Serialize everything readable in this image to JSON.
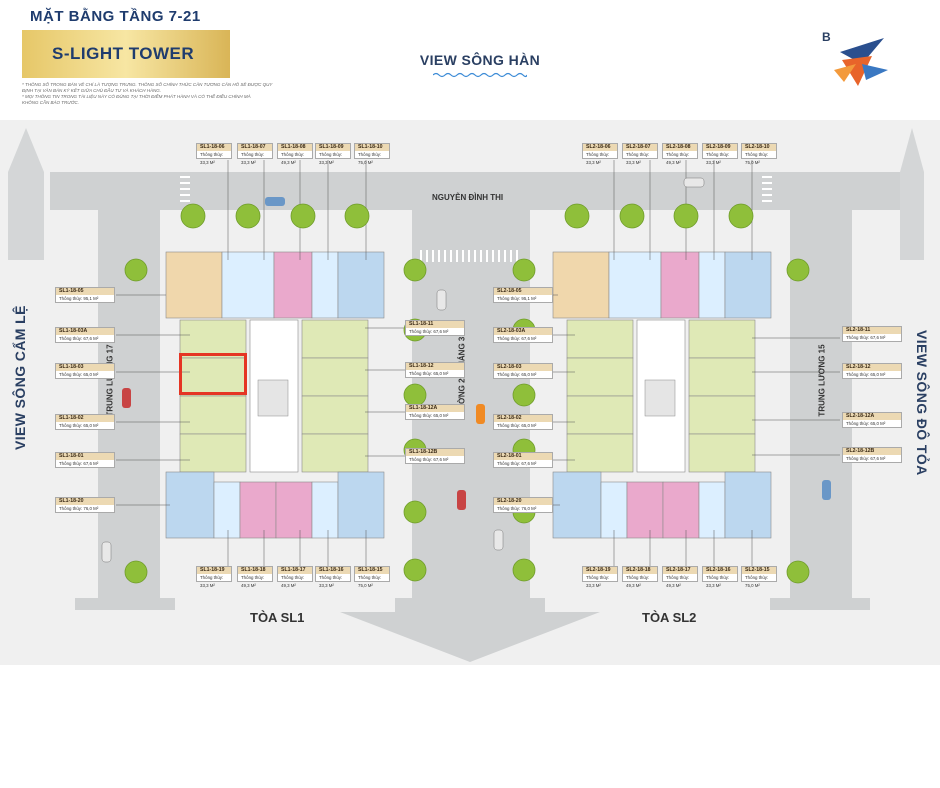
{
  "header": {
    "floor_title": "MẶT BẰNG TẦNG 7-21",
    "project_name": "S-LIGHT TOWER",
    "notes": [
      "* THÔNG SỐ TRONG BẢN VẼ CHỈ LÀ TƯỢNG TRƯNG. THÔNG SỐ CHÍNH THỨC CĂN TƯƠNG CĂN HỒ SẼ ĐƯỢC QUY",
      "ĐỊNH TẠI VĂN BẢN KÝ KẾT GIỮA CHỦ ĐẦU TƯ VÀ KHÁCH HÀNG.",
      "* MỌI THÔNG TIN TRONG TÀI LIỆU NÀY CÓ ĐÚNG TẠI THỜI ĐIỂM PHÁT HÀNH VÀ CÓ THỂ ĐIỀU CHỈNH MÀ",
      "KHÔNG CẦN BÁO TRƯỚC."
    ],
    "logo_letter": "B"
  },
  "views": {
    "top": "VIEW SÔNG HÀN",
    "left": "VIEW SÔNG CẨM LỆ",
    "right": "VIEW SÔNG ĐÔ TỎA"
  },
  "roads": {
    "top": "NGUYỄN ĐÌNH THI",
    "left": "TRUNG LƯƠNG 17",
    "center": "ĐƯỜNG 29 THÁNG 3",
    "right": "TRUNG LƯƠNG 15"
  },
  "towers": {
    "sl1": "TÒA SL1",
    "sl2": "TÒA SL2"
  },
  "colors": {
    "road": "#cfd1d2",
    "pavement": "#f0f0f0",
    "unit_green": "#dfe9b6",
    "unit_blue": "#bcd7ef",
    "unit_pink": "#eaa9cc",
    "unit_tan": "#f0d7ac",
    "unit_light_blue": "#dcefff",
    "label_header": "#ecd9b3",
    "highlight": "#e53523"
  },
  "units": {
    "sl1_top": [
      {
        "code": "SL1-18-06",
        "area": "Thông thủy: 33,3 M²"
      },
      {
        "code": "SL1-18-07",
        "area": "Thông thủy: 33,3 M²"
      },
      {
        "code": "SL1-18-08",
        "area": "Thông thủy: 49,3 M²"
      },
      {
        "code": "SL1-18-09",
        "area": "Thông thủy: 33,3 M²"
      },
      {
        "code": "SL1-18-10",
        "area": "Thông thủy: 75,0 M²"
      }
    ],
    "sl1_bottom": [
      {
        "code": "SL1-18-19",
        "area": "Thông thủy: 33,3 M²"
      },
      {
        "code": "SL1-18-18",
        "area": "Thông thủy: 49,3 M²"
      },
      {
        "code": "SL1-18-17",
        "area": "Thông thủy: 49,3 M²"
      },
      {
        "code": "SL1-18-16",
        "area": "Thông thủy: 33,3 M²"
      },
      {
        "code": "SL1-18-15",
        "area": "Thông thủy: 75,0 M²"
      }
    ],
    "sl1_left": [
      {
        "code": "SL1-18-05",
        "area": "Thông thủy: 95,1 M²"
      },
      {
        "code": "SL1-18-03A",
        "area": "Thông thủy: 67,6 M²"
      },
      {
        "code": "SL1-18-03",
        "area": "Thông thủy: 65,0 M²"
      },
      {
        "code": "SL1-18-02",
        "area": "Thông thủy: 65,0 M²"
      },
      {
        "code": "SL1-18-01",
        "area": "Thông thủy: 67,6 M²"
      },
      {
        "code": "SL1-18-20",
        "area": "Thông thủy: 76,0 M²"
      }
    ],
    "sl1_right": [
      {
        "code": "SL1-18-11",
        "area": "Thông thủy: 67,6 M²"
      },
      {
        "code": "SL1-18-12",
        "area": "Thông thủy: 65,0 M²"
      },
      {
        "code": "SL1-18-12A",
        "area": "Thông thủy: 65,0 M²"
      },
      {
        "code": "SL1-18-12B",
        "area": "Thông thủy: 67,6 M²"
      }
    ],
    "sl2_top": [
      {
        "code": "SL2-18-06",
        "area": "Thông thủy: 33,3 M²"
      },
      {
        "code": "SL2-18-07",
        "area": "Thông thủy: 33,3 M²"
      },
      {
        "code": "SL2-18-08",
        "area": "Thông thủy: 49,3 M²"
      },
      {
        "code": "SL2-18-09",
        "area": "Thông thủy: 33,3 M²"
      },
      {
        "code": "SL2-18-10",
        "area": "Thông thủy: 75,0 M²"
      }
    ],
    "sl2_bottom": [
      {
        "code": "SL2-18-19",
        "area": "Thông thủy: 33,3 M²"
      },
      {
        "code": "SL2-18-18",
        "area": "Thông thủy: 49,3 M²"
      },
      {
        "code": "SL2-18-17",
        "area": "Thông thủy: 49,3 M²"
      },
      {
        "code": "SL2-18-16",
        "area": "Thông thủy: 33,3 M²"
      },
      {
        "code": "SL2-18-15",
        "area": "Thông thủy: 75,0 M²"
      }
    ],
    "sl2_left": [
      {
        "code": "SL2-18-05",
        "area": "Thông thủy: 95,1 M²"
      },
      {
        "code": "SL2-18-03A",
        "area": "Thông thủy: 67,6 M²"
      },
      {
        "code": "SL2-18-03",
        "area": "Thông thủy: 65,0 M²"
      },
      {
        "code": "SL2-18-02",
        "area": "Thông thủy: 65,0 M²"
      },
      {
        "code": "SL2-18-01",
        "area": "Thông thủy: 67,6 M²"
      },
      {
        "code": "SL2-18-20",
        "area": "Thông thủy: 76,0 M²"
      }
    ],
    "sl2_right": [
      {
        "code": "SL2-18-11",
        "area": "Thông thủy: 67,6 M²"
      },
      {
        "code": "SL2-18-12",
        "area": "Thông thủy: 65,0 M²"
      },
      {
        "code": "SL2-18-12A",
        "area": "Thông thủy: 65,0 M²"
      },
      {
        "code": "SL2-18-12B",
        "area": "Thông thủy: 67,6 M²"
      }
    ]
  }
}
